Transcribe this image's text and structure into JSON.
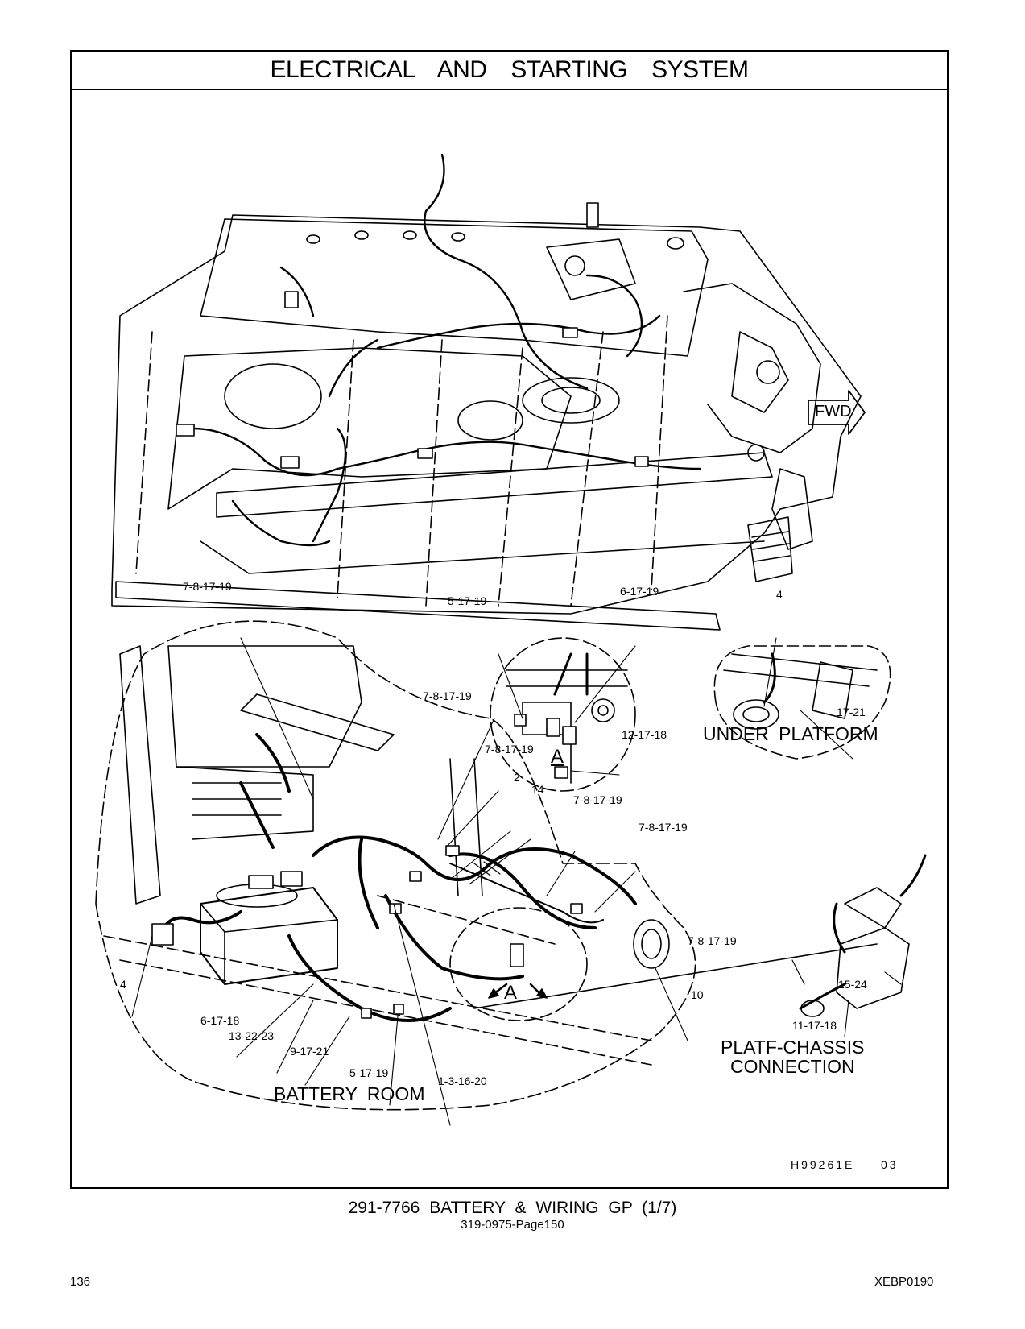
{
  "header": {
    "title": "ELECTRICAL AND STARTING SYSTEM"
  },
  "callouts": {
    "c1": "7-8-17-19",
    "c2": "5-17-19",
    "c3": "6-17-19",
    "c4": "4",
    "c5": "7-8-17-19",
    "c6": "12-17-18",
    "c7": "17-21",
    "c8": "7-8-17-19",
    "c9": "2",
    "c10": "14",
    "c11": "7-8-17-19",
    "c12": "7-8-17-19",
    "c13": "7-8-17-19",
    "c14": "15-24",
    "c15": "10",
    "c16": "4",
    "c17": "6-17-18",
    "c18": "13-22-23",
    "c19": "9-17-21",
    "c20": "5-17-19",
    "c21": "1-3-16-20",
    "c22": "11-17-18"
  },
  "view_labels": {
    "fwd": "FWD",
    "under_platform": "UNDER PLATFORM",
    "detail_a": "A",
    "section_a": "A",
    "battery_room": "BATTERY ROOM",
    "platf_line1": "PLATF-CHASSIS",
    "platf_line2": "CONNECTION"
  },
  "figure_id": {
    "code": "H99261E",
    "rev": "03"
  },
  "footer": {
    "group": "291-7766 BATTERY & WIRING GP (1/7)",
    "page_ref": "319-0975-Page150",
    "page_number": "136",
    "doc_code": "XEBP0190"
  }
}
